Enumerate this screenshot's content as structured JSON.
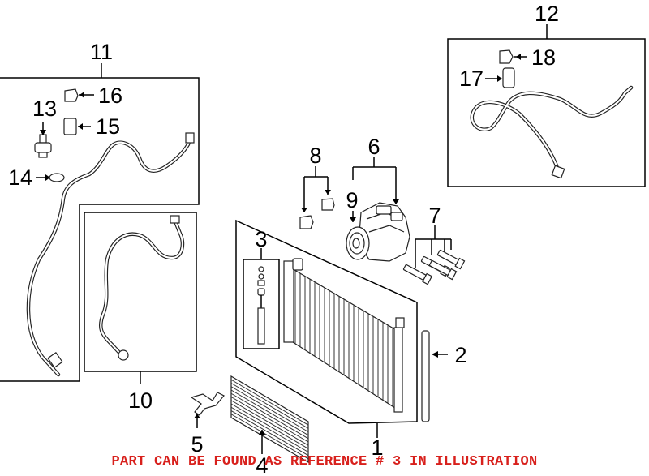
{
  "diagram": {
    "callouts": [
      "1",
      "2",
      "3",
      "4",
      "5",
      "6",
      "7",
      "8",
      "9",
      "10",
      "11",
      "12",
      "13",
      "14",
      "15",
      "16",
      "17",
      "18"
    ],
    "footnote": "PART CAN BE FOUND AS REFERENCE # 3 IN ILLUSTRATION",
    "colors": {
      "footnote": "#d8201c",
      "line": "#000000",
      "background": "#ffffff"
    }
  }
}
